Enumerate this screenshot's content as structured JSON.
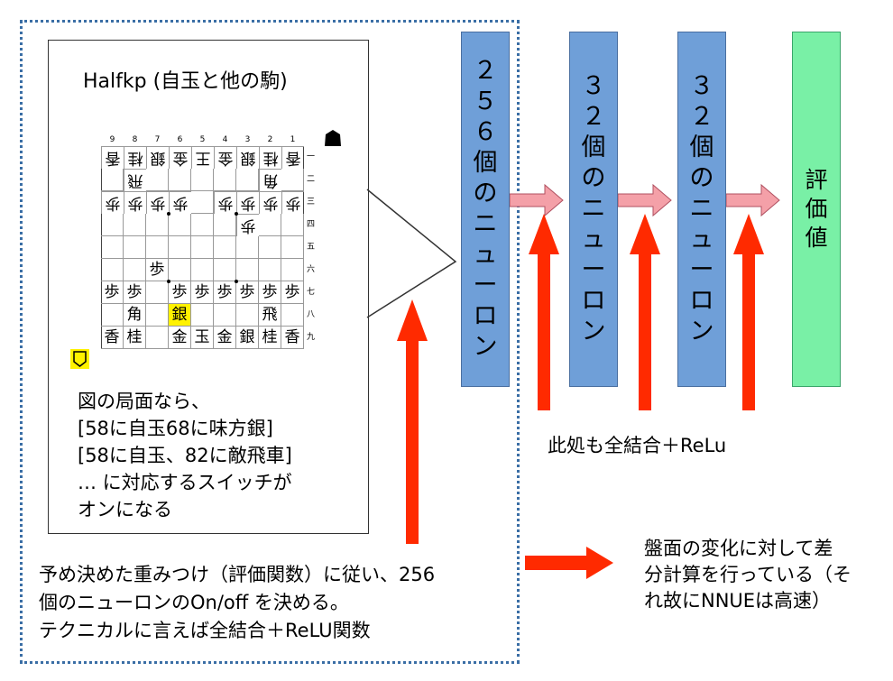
{
  "panel": {
    "title": "Halfkp (自玉と他の駒)",
    "description": [
      "図の局面なら、",
      "[58に自玉68に味方銀]",
      "[58に自玉、82に敵飛車]",
      "… に対応するスイッチが",
      "オンになる"
    ]
  },
  "board": {
    "file_labels": [
      "9",
      "8",
      "7",
      "6",
      "5",
      "4",
      "3",
      "2",
      "1"
    ],
    "rank_labels": [
      "一",
      "二",
      "三",
      "四",
      "五",
      "六",
      "七",
      "八",
      "九"
    ],
    "rows": [
      [
        {
          "p": "香",
          "g": true
        },
        {
          "p": "桂",
          "g": true
        },
        {
          "p": "銀",
          "g": true
        },
        {
          "p": "金",
          "g": true
        },
        {
          "p": "王",
          "g": true
        },
        {
          "p": "金",
          "g": true
        },
        {
          "p": "銀",
          "g": true
        },
        {
          "p": "桂",
          "g": true
        },
        {
          "p": "香",
          "g": true
        }
      ],
      [
        {
          "p": "",
          "g": false
        },
        {
          "p": "飛",
          "g": true
        },
        {
          "p": "",
          "g": false
        },
        {
          "p": "",
          "g": false
        },
        {
          "p": "",
          "g": false
        },
        {
          "p": "",
          "g": false
        },
        {
          "p": "",
          "g": false
        },
        {
          "p": "角",
          "g": true
        },
        {
          "p": "",
          "g": false
        }
      ],
      [
        {
          "p": "歩",
          "g": true
        },
        {
          "p": "歩",
          "g": true
        },
        {
          "p": "歩",
          "g": true
        },
        {
          "p": "歩",
          "g": true
        },
        {
          "p": "",
          "g": false
        },
        {
          "p": "歩",
          "g": true
        },
        {
          "p": "歩",
          "g": true
        },
        {
          "p": "歩",
          "g": true
        },
        {
          "p": "歩",
          "g": true
        }
      ],
      [
        {
          "p": "",
          "g": false
        },
        {
          "p": "",
          "g": false
        },
        {
          "p": "",
          "g": false
        },
        {
          "p": "",
          "g": false
        },
        {
          "p": "",
          "g": false
        },
        {
          "p": "",
          "g": false
        },
        {
          "p": "歩",
          "g": true
        },
        {
          "p": "",
          "g": false
        },
        {
          "p": "",
          "g": false
        }
      ],
      [
        {
          "p": "",
          "g": false
        },
        {
          "p": "",
          "g": false
        },
        {
          "p": "",
          "g": false
        },
        {
          "p": "",
          "g": false
        },
        {
          "p": "",
          "g": false
        },
        {
          "p": "",
          "g": false
        },
        {
          "p": "",
          "g": false
        },
        {
          "p": "",
          "g": false
        },
        {
          "p": "",
          "g": false
        }
      ],
      [
        {
          "p": "",
          "g": false
        },
        {
          "p": "",
          "g": false
        },
        {
          "p": "歩",
          "g": false
        },
        {
          "p": "",
          "g": false
        },
        {
          "p": "",
          "g": false
        },
        {
          "p": "",
          "g": false
        },
        {
          "p": "",
          "g": false
        },
        {
          "p": "",
          "g": false
        },
        {
          "p": "",
          "g": false
        }
      ],
      [
        {
          "p": "歩",
          "g": false
        },
        {
          "p": "歩",
          "g": false
        },
        {
          "p": "",
          "g": false
        },
        {
          "p": "歩",
          "g": false
        },
        {
          "p": "歩",
          "g": false
        },
        {
          "p": "歩",
          "g": false
        },
        {
          "p": "歩",
          "g": false
        },
        {
          "p": "歩",
          "g": false
        },
        {
          "p": "歩",
          "g": false
        }
      ],
      [
        {
          "p": "",
          "g": false
        },
        {
          "p": "角",
          "g": false
        },
        {
          "p": "",
          "g": false
        },
        {
          "p": "銀",
          "g": false,
          "hl": true
        },
        {
          "p": "",
          "g": false
        },
        {
          "p": "",
          "g": false
        },
        {
          "p": "",
          "g": false
        },
        {
          "p": "飛",
          "g": false
        },
        {
          "p": "",
          "g": false
        }
      ],
      [
        {
          "p": "香",
          "g": false
        },
        {
          "p": "桂",
          "g": false
        },
        {
          "p": "",
          "g": false
        },
        {
          "p": "金",
          "g": false
        },
        {
          "p": "玉",
          "g": false
        },
        {
          "p": "金",
          "g": false
        },
        {
          "p": "銀",
          "g": false
        },
        {
          "p": "桂",
          "g": false
        },
        {
          "p": "香",
          "g": false
        }
      ]
    ],
    "highlight_color": "#fff200"
  },
  "layers": [
    {
      "label": "２５６個のニューロン",
      "color": "#6f9fd8"
    },
    {
      "label": "３２個のニューロン",
      "color": "#6f9fd8"
    },
    {
      "label": "３２個のニューロン",
      "color": "#6f9fd8"
    },
    {
      "label": "評価値",
      "color": "#79f0a6"
    }
  ],
  "notes": {
    "relu": "此処も全結合＋ReLu",
    "bottom": [
      "予め決めた重みつけ（評価関数）に従い、256",
      "個のニューロンのOn/off を決める。",
      "テクニカルに言えば全結合＋ReLU関数"
    ],
    "right": [
      "盤面の変化に対して差",
      "分計算を行っている（そ",
      "れ故にNNUEは高速）"
    ]
  },
  "colors": {
    "arrow_red": "#ff2a00",
    "arrow_pink": "#f4a0a8",
    "frame_blue": "#3a6ea5"
  }
}
